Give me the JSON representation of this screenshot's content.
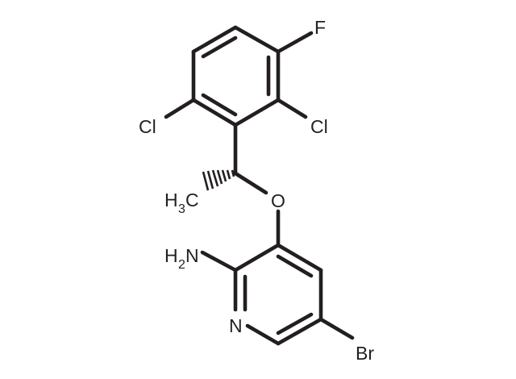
{
  "structure": {
    "atoms": {
      "f": "F",
      "cl_left": "Cl",
      "cl_right": "Cl",
      "h3c_h": "H",
      "h3c_sub": "3",
      "h3c_c": "C",
      "o": "O",
      "h2n_h": "H",
      "h2n_sub": "2",
      "h2n_n": "N",
      "n_ring": "N",
      "br": "Br"
    }
  }
}
